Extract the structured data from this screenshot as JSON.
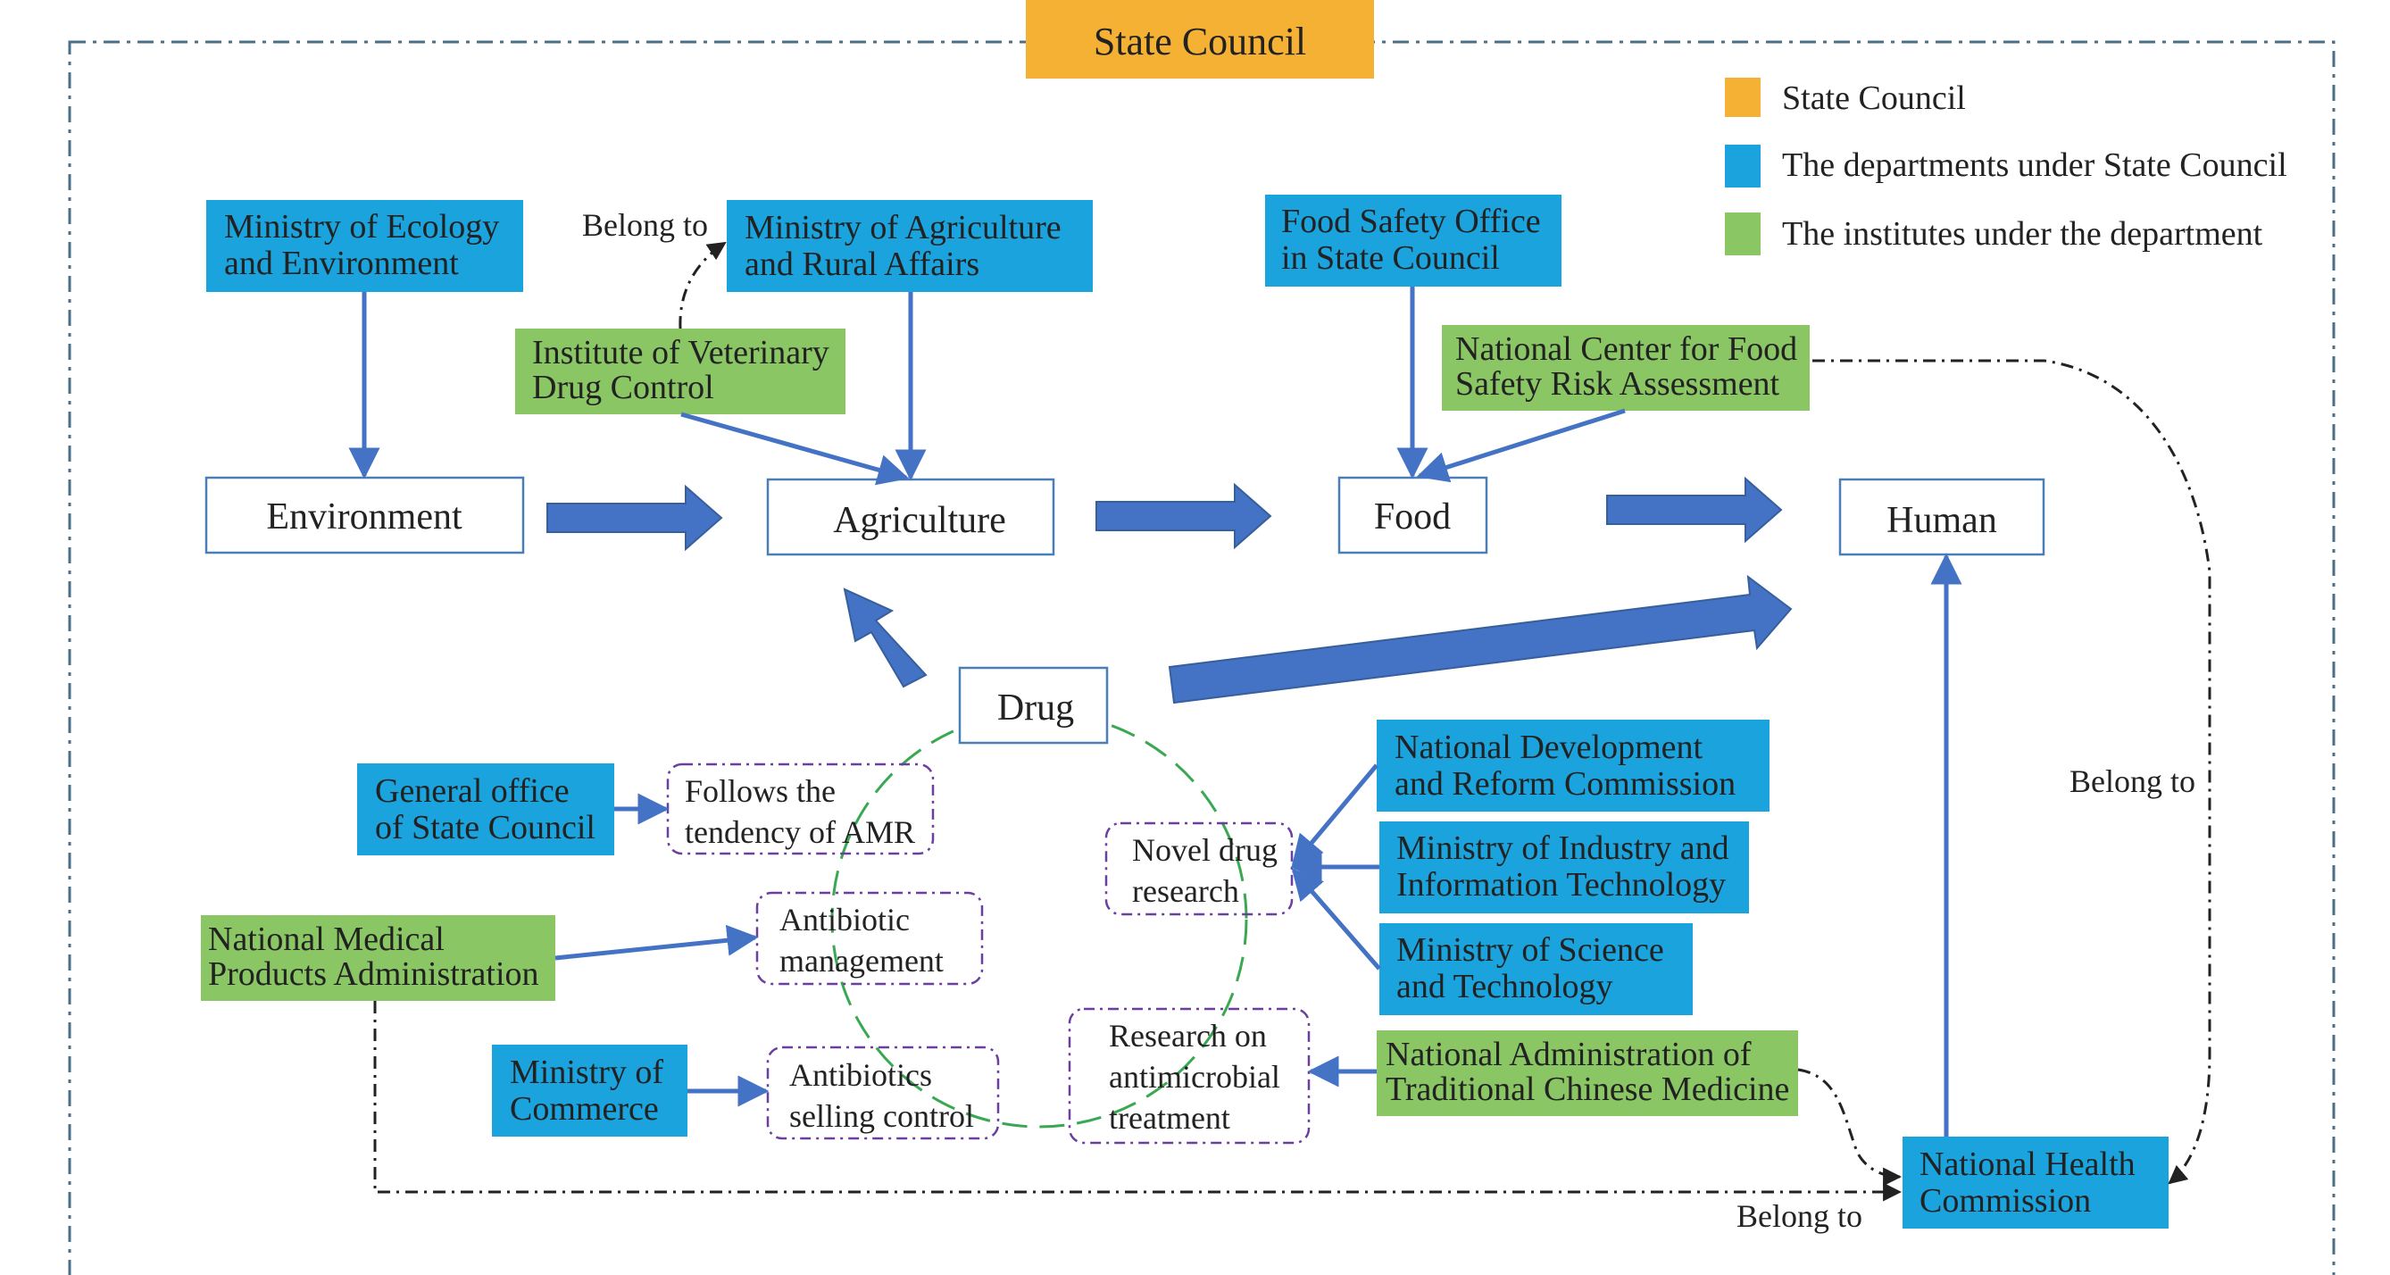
{
  "colors": {
    "state_council": "#f5b133",
    "departments": "#1aa3dc",
    "institutes": "#8ac664",
    "arrow": "#4472c4",
    "circle": "#3aa852",
    "dashed_box": "#6b3fa0",
    "frame": "#4a6f86"
  },
  "title": "State Council",
  "legend": [
    {
      "label": "State Council",
      "color": "#f5b133"
    },
    {
      "label": "The departments under State Council",
      "color": "#1aa3dc"
    },
    {
      "label": "The institutes under the department",
      "color": "#8ac664"
    }
  ],
  "nodes": {
    "environment": "Environment",
    "agriculture": "Agriculture",
    "food": "Food",
    "human": "Human",
    "drug": "Drug"
  },
  "departments": {
    "ecology": [
      "Ministry of Ecology",
      "and Environment"
    ],
    "agriculture": [
      "Ministry of Agriculture",
      "and Rural Affairs"
    ],
    "food_safety": [
      "Food Safety Office",
      "in State Council"
    ],
    "general_office": [
      "General office",
      "of State Council"
    ],
    "commerce": [
      "Ministry of",
      "Commerce"
    ],
    "ndrc": [
      "National Development",
      "and Reform Commission"
    ],
    "miit": [
      "Ministry of Industry and",
      "Information Technology"
    ],
    "most": [
      "Ministry of Science",
      "and Technology"
    ],
    "health": [
      "National Health",
      "Commission"
    ]
  },
  "institutes": {
    "veterinary": [
      "Institute of Veterinary",
      "Drug Control"
    ],
    "food_risk": [
      "National Center for Food",
      "Safety Risk Assessment"
    ],
    "nmpa": [
      "National Medical",
      "Products Administration"
    ],
    "tcm": [
      "National Administration of",
      "Traditional Chinese Medicine"
    ]
  },
  "actions": {
    "amr": [
      "Follows the",
      "tendency of AMR"
    ],
    "antibiotic_mgmt": [
      "Antibiotic",
      "management"
    ],
    "selling": [
      "Antibiotics",
      "selling control"
    ],
    "novel": [
      "Novel drug",
      "research"
    ],
    "antimicrobial": [
      "Research on",
      "antimicrobial",
      "treatment"
    ]
  },
  "relation_labels": {
    "belong_vet": "Belong to",
    "belong_food": "Belong to",
    "belong_nmpa": "Belong to"
  }
}
